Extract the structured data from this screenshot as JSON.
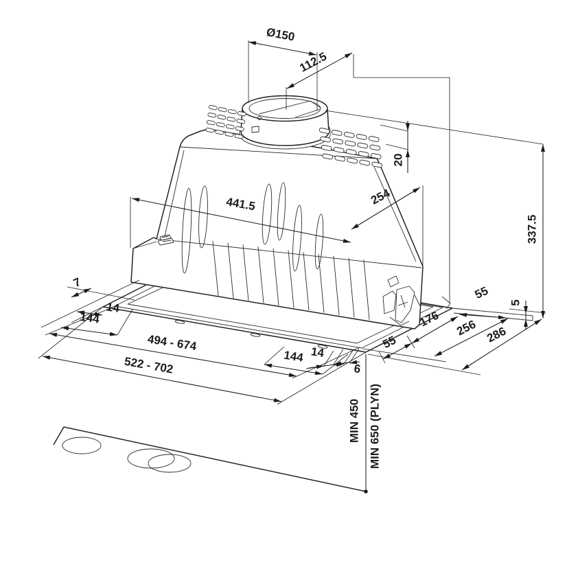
{
  "drawing": {
    "type": "cooker-hood-installation-dimension-drawing",
    "units_note": "",
    "dims": {
      "duct_diameter": "Ø150",
      "duct_offset": "112.5",
      "louver_height": "20",
      "top_depth": "254",
      "body_width": "441.5",
      "total_height": "337.5",
      "left_7": "7",
      "left_14": "14",
      "left_144": "144",
      "cutout_width_range": "494 - 674",
      "overall_width_range": "522 - 702",
      "bottom_144": "144",
      "bottom_14": "14",
      "bottom_6": "6",
      "depth_55_front": "55",
      "depth_176": "176",
      "depth_256": "256",
      "depth_286": "286",
      "rear_55": "55",
      "flange_lip_5": "5",
      "min_height_electric": "MIN 450",
      "min_height_gas": "MIN 650 (PLYN)"
    }
  }
}
